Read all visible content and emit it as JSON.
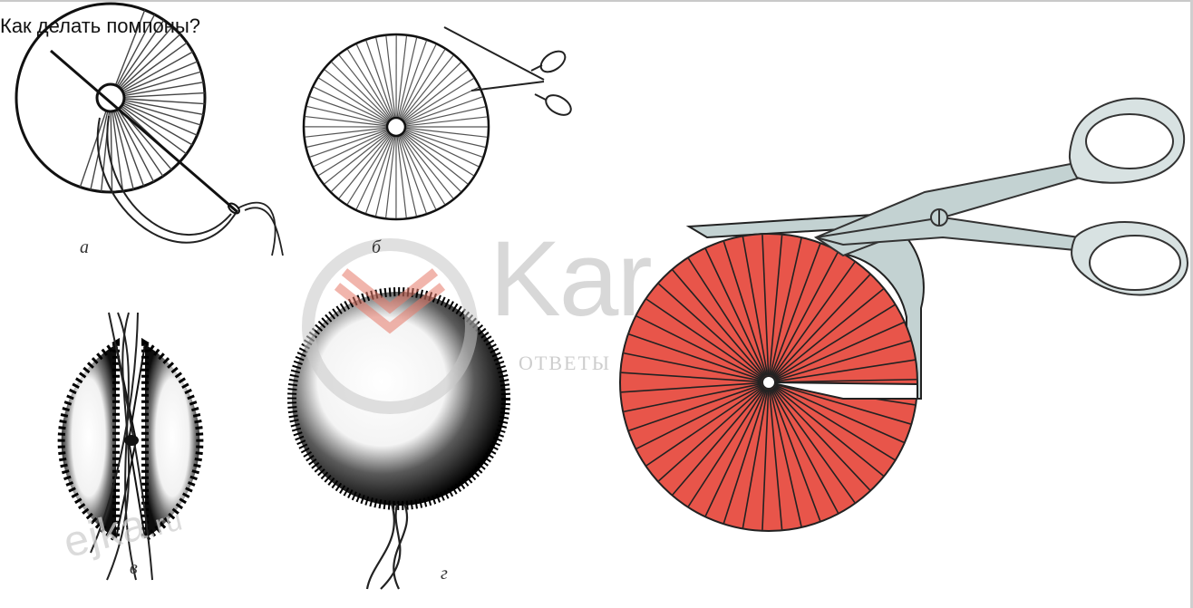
{
  "page": {
    "title": "Как делать помпоны?"
  },
  "figure_labels": {
    "a": "а",
    "b": "б",
    "v": "в",
    "g": "г"
  },
  "watermark": {
    "big": "Kar",
    "small": "ОТВЕТЫ",
    "corner_main": "ejka",
    "corner_tld": ".ru"
  },
  "colors": {
    "pompom_disc": "#e8554a",
    "scissors": "#c3d2d2",
    "ink": "#111111"
  },
  "icons": [
    "needle-icon",
    "scissors-icon"
  ]
}
